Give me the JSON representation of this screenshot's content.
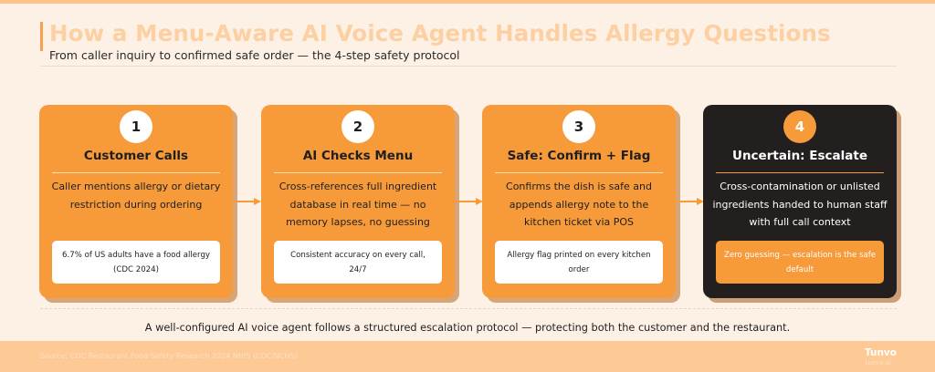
{
  "header": {
    "title": "How a Menu-Aware AI Voice Agent Handles Allergy Questions",
    "subtitle": "From caller inquiry to confirmed safe order — the 4-step safety protocol"
  },
  "steps": [
    {
      "number": "1",
      "title": "Customer Calls",
      "body": "Caller mentions allergy or dietary restriction during ordering",
      "stat": "6.7% of US adults have a food allergy (CDC 2024)"
    },
    {
      "number": "2",
      "title": "AI Checks Menu",
      "body": "Cross-references full ingredient database in real time — no memory lapses, no guessing",
      "stat": "Consistent accuracy on every call, 24/7"
    },
    {
      "number": "3",
      "title": "Safe: Confirm + Flag",
      "body": "Confirms the dish is safe and appends allergy note to the kitchen ticket via POS",
      "stat": "Allergy flag printed on every kitchen order"
    },
    {
      "number": "4",
      "title": "Uncertain: Escalate",
      "body": "Cross-contamination or unlisted ingredients handed to human staff with full call context",
      "stat": "Zero guessing — escalation is the safe default"
    }
  ],
  "footer": {
    "note": "A well-configured AI voice agent follows a structured escalation protocol — protecting both the customer and the restaurant.",
    "source": "Source: CDC Restaurant Food Safety Research 2024 NHIS (CDC/NCHS)",
    "brand": "Tunvo",
    "brand_tag": "tunvo.ai"
  },
  "colors": {
    "accent": "#f79a3a",
    "dark_card": "#231f1f",
    "background": "#fdf1e6"
  }
}
